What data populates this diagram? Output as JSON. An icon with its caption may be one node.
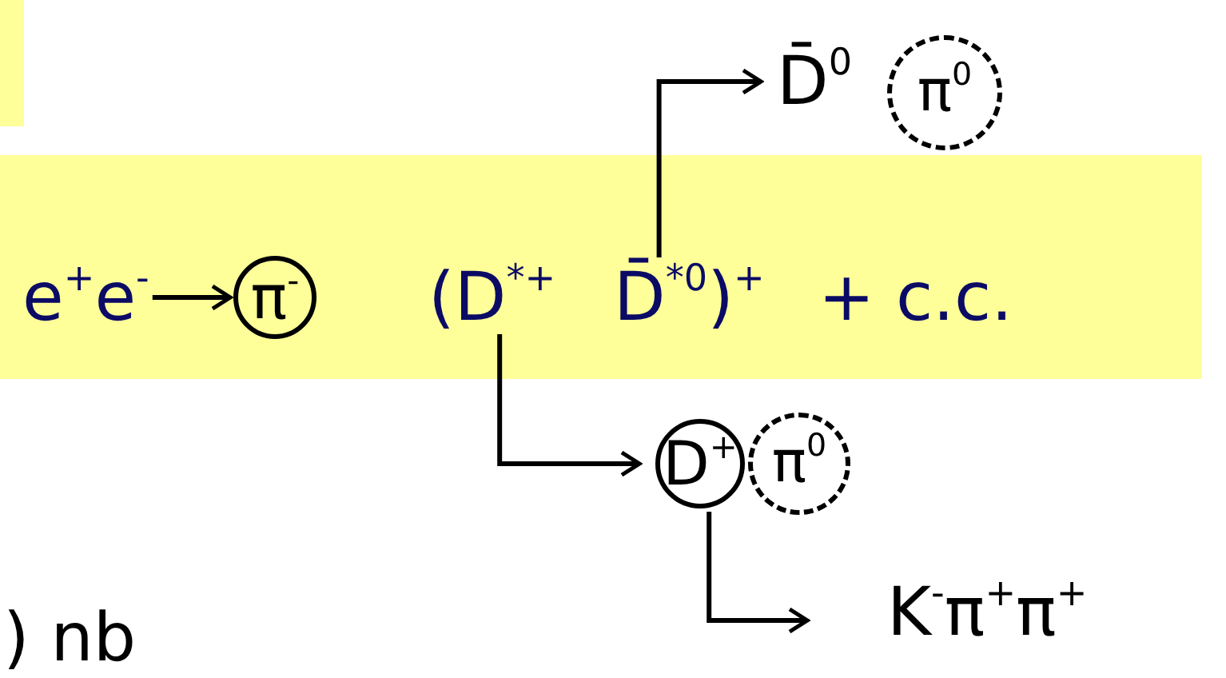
{
  "diagram": {
    "nodes": [
      {
        "text": [],
        "shape": "bar"
      },
      {
        "text": [],
        "shape": "bar"
      },
      {
        "text": [
          "e$^{+}$e$^{-}$"
        ],
        "in": 1
      },
      {
        "text": [
          "π$^{-}$"
        ],
        "in": 1
      },
      {
        "text": [
          "(D$^{*+}$"
        ],
        "in": 1
      },
      {
        "text": [
          "D̄$^{*0}$)$^{+}$"
        ],
        "in": 1
      },
      {
        "text": [
          "D̄$^{0}$"
        ]
      },
      {
        "text": [
          "π$^{0}$"
        ]
      },
      {
        "text": [
          "D$^{+}$"
        ]
      },
      {
        "text": [
          "π$^{0}$"
        ]
      },
      {
        "text": [
          "K$^{-}$π$^{+}$π$^{+}$"
        ]
      }
    ],
    "edges": [
      {
        "from": 2,
        "to": 3,
        "arrow": "to"
      },
      {
        "from": 5,
        "to": 6,
        "arrow": "to"
      },
      {
        "from": 4,
        "to": 8,
        "arrow": "to"
      },
      {
        "from": 8,
        "to": 10,
        "arrow": "to"
      }
    ],
    "labels": [
      "+ c.c.",
      ") nb"
    ]
  }
}
